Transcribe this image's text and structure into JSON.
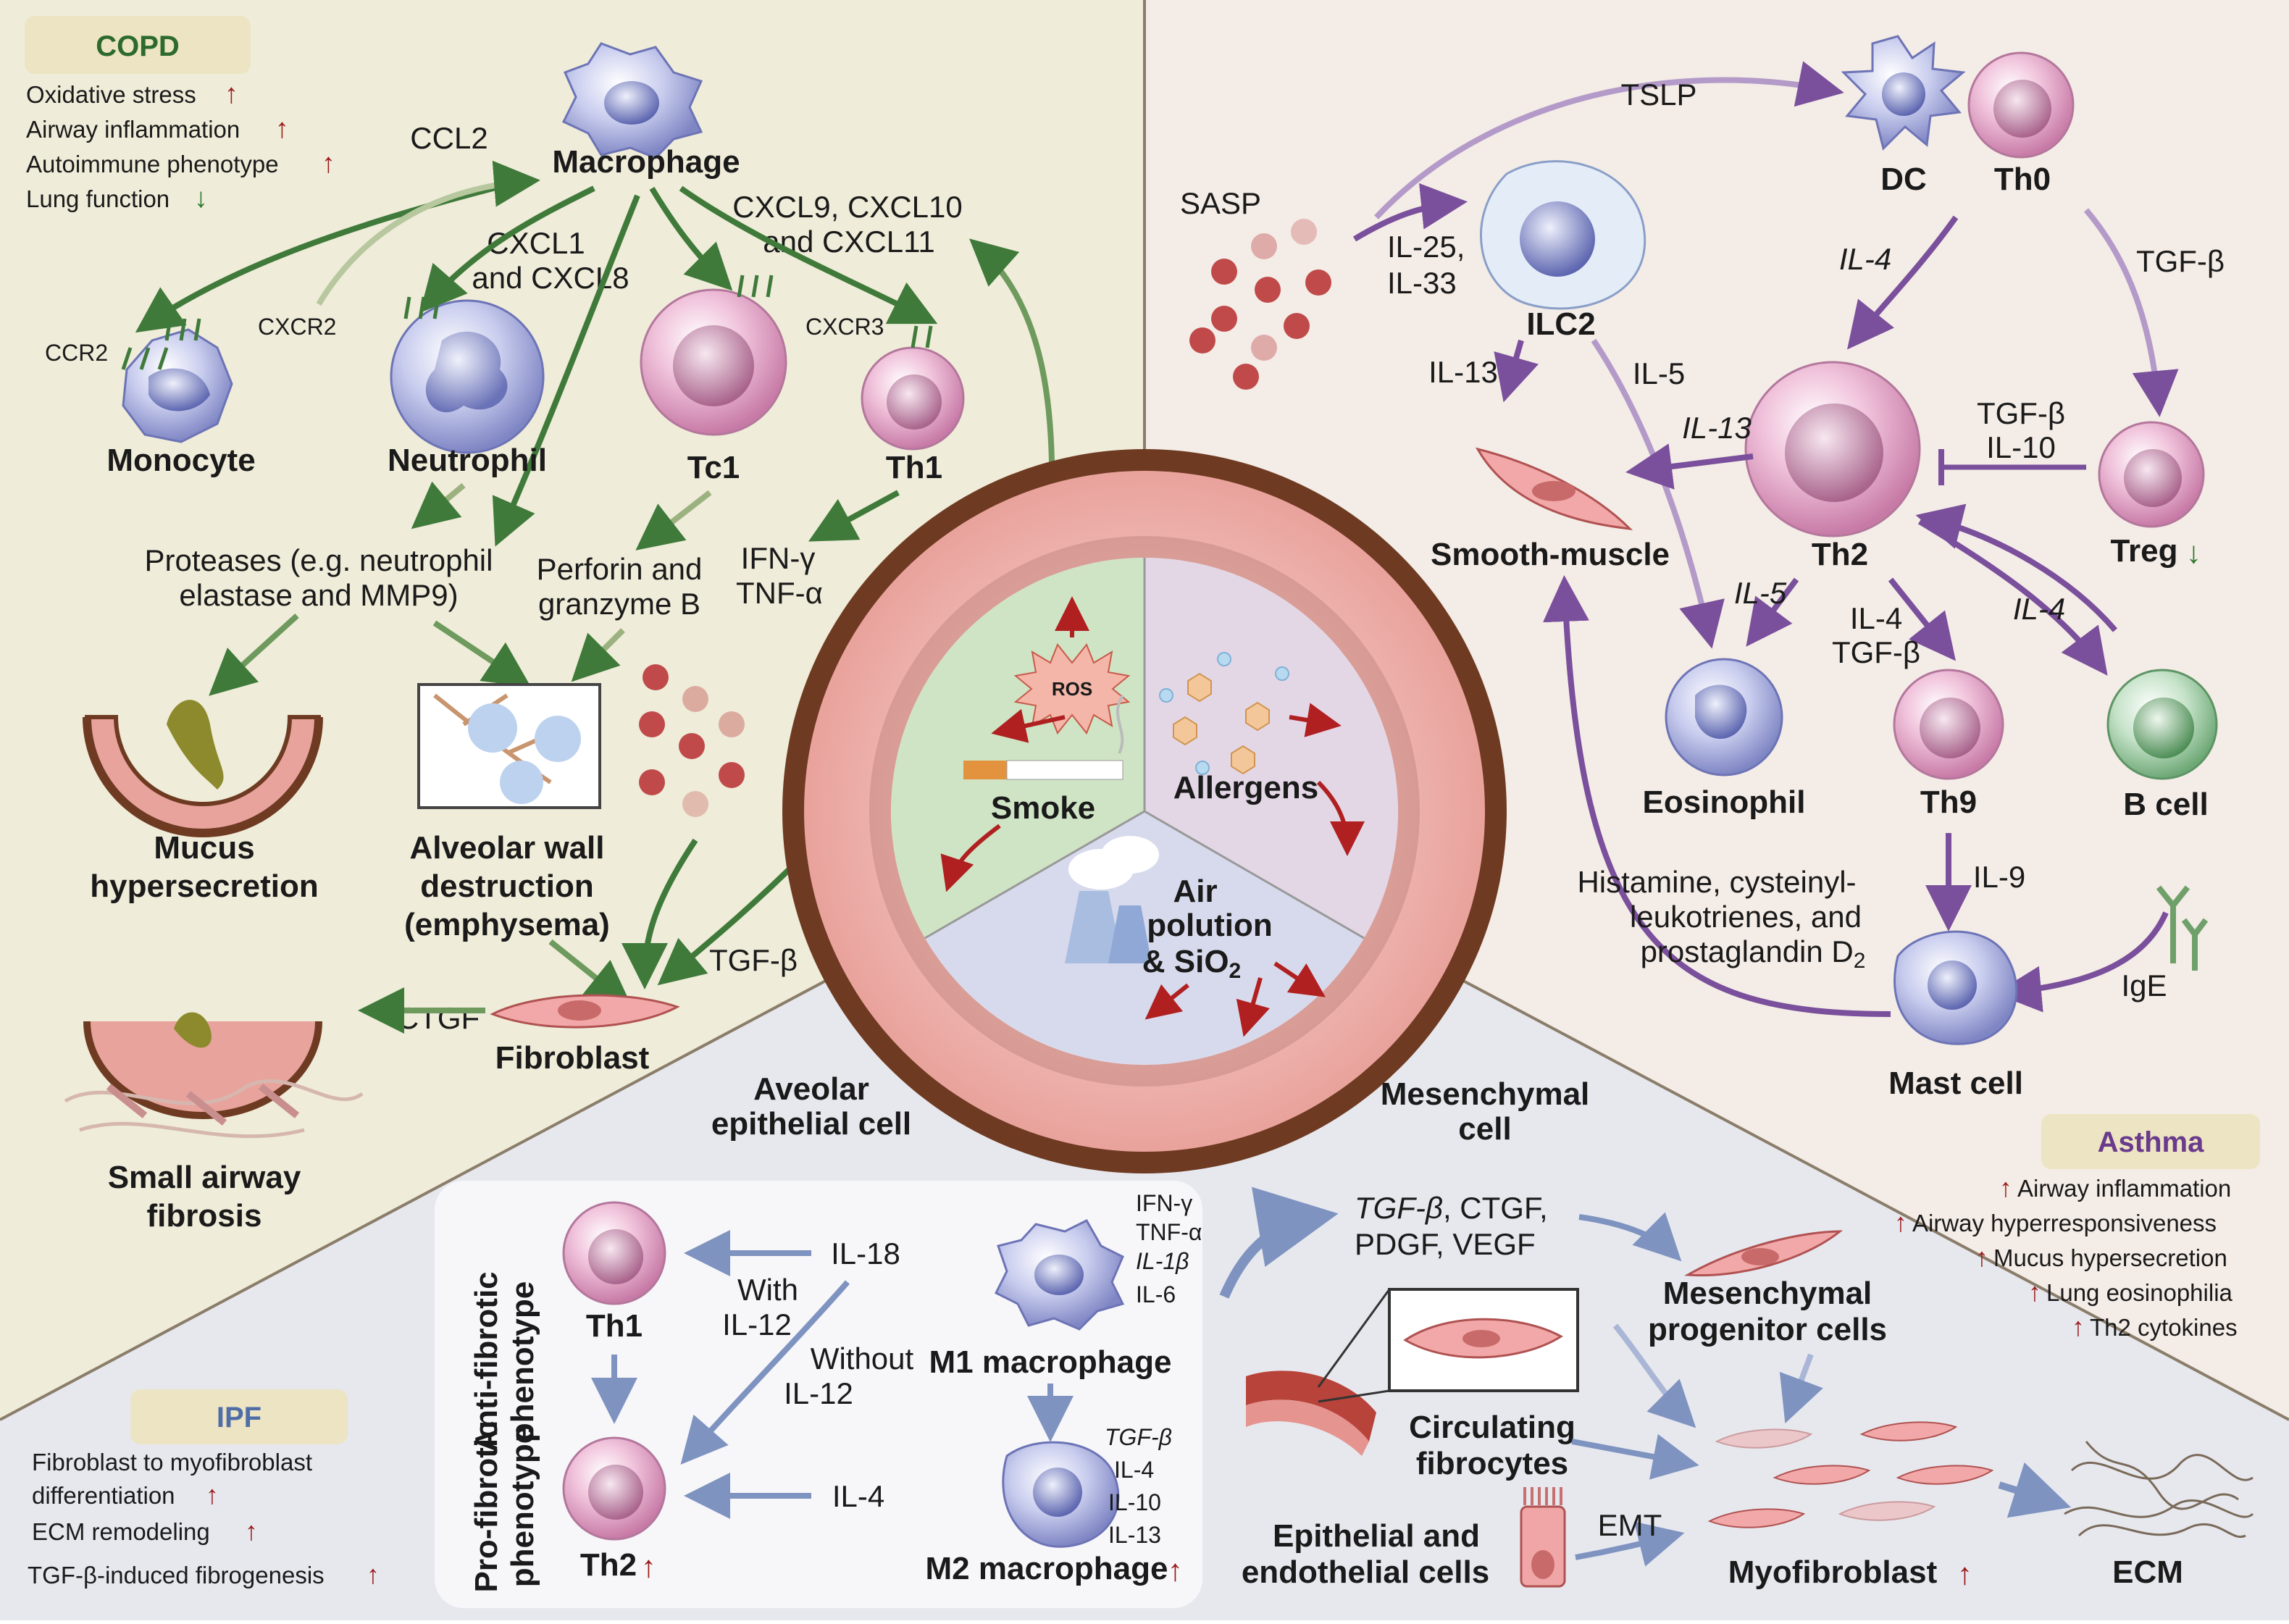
{
  "colors": {
    "copd_bg": "#efecd9",
    "copd_inner": "#d8ead0",
    "asthma_bg": "#f4ece6",
    "asthma_inner": "#e4d9e6",
    "ipf_bg": "#e7e8ee",
    "ipf_inner": "#d4d8ec",
    "green_arrow": "#3f7a3a",
    "purple_arrow": "#7a4f9c",
    "blue_arrow": "#7f93c0",
    "red_up": "#9b1b1b",
    "green_down": "#2d7a2d",
    "box_fill": "#ece4c2"
  },
  "copd": {
    "title": "COPD",
    "items": [
      "Oxidative stress",
      "Airway inflammation",
      "Autoimmune phenotype",
      "Lung function"
    ],
    "cells": {
      "macrophage": "Macrophage",
      "monocyte": "Monocyte",
      "neutrophil": "Neutrophil",
      "tc1": "Tc1",
      "th1": "Th1",
      "fibroblast": "Fibroblast"
    },
    "labels": {
      "ccl2": "CCL2",
      "cxcl1_1": "CXCL1",
      "cxcl1_2": "and CXCL8",
      "cxcl9_1": "CXCL9, CXCL10",
      "cxcl9_2": "and CXCL11",
      "ccr2": "CCR2",
      "cxcr2": "CXCR2",
      "cxcr3": "CXCR3",
      "proteases_1": "Proteases (e.g. neutrophil",
      "proteases_2": "elastase and MMP9)",
      "perforin_1": "Perforin and",
      "perforin_2": "granzyme B",
      "ifn": "IFN-γ",
      "tnf": "TNF-α",
      "mucus_1": "Mucus",
      "mucus_2": "hypersecretion",
      "alveolar_1": "Alveolar wall",
      "alveolar_2": "destruction",
      "alveolar_3": "(emphysema)",
      "ctgf": "CTGF",
      "tgfb": "TGF-β",
      "small_airway_1": "Small airway",
      "small_airway_2": "fibrosis"
    }
  },
  "asthma": {
    "title": "Asthma",
    "items": [
      "Airway inflammation",
      "Airway hyperresponsiveness",
      "Mucus hypersecretion",
      "Lung eosinophilia",
      "Th2 cytokines"
    ],
    "cells": {
      "dc": "DC",
      "th0": "Th0",
      "ilc2": "ILC2",
      "th2": "Th2",
      "treg": "Treg",
      "smooth": "Smooth-muscle",
      "eosinophil": "Eosinophil",
      "th9": "Th9",
      "bcell": "B cell",
      "mast": "Mast cell"
    },
    "labels": {
      "tslp": "TSLP",
      "sasp": "SASP",
      "il25": "IL-25,",
      "il33": "IL-33",
      "il4a": "IL-4",
      "tgfb_a": "TGF-β",
      "il13a": "IL-13",
      "il5a": "IL-5",
      "il13b": "IL-13",
      "tgfb_b": "TGF-β",
      "il10": "IL-10",
      "il5b": "IL-5",
      "il4b": "IL-4",
      "tgfb_c": "TGF-β",
      "il4c": "IL-4",
      "il9": "IL-9",
      "hist_1": "Histamine, cysteinyl-",
      "hist_2": "leukotrienes, and",
      "hist_3": "prostaglandin D",
      "hist_sub": "2",
      "ige": "IgE"
    }
  },
  "center": {
    "ros": "ROS",
    "smoke": "Smoke",
    "allergens": "Allergens",
    "air_1": "Air",
    "air_2": "polution",
    "air_3": "& SiO",
    "air_sub": "2",
    "aveolar_1": "Aveolar",
    "aveolar_2": "epithelial cell",
    "mesenchymal_1": "Mesenchymal",
    "mesenchymal_2": "cell"
  },
  "ipf": {
    "title": "IPF",
    "items": [
      "Fibroblast to myofibroblast",
      "differentiation",
      "ECM remodeling",
      "TGF-β-induced fibrogenesis"
    ],
    "phenotypes": {
      "anti_1": "Anti-fibrotic",
      "anti_2": "phenotype",
      "pro_1": "Pro-fibrotic",
      "pro_2": "phenotype"
    },
    "labels": {
      "th1": "Th1",
      "th2": "Th2",
      "il18": "IL-18",
      "with_1": "With",
      "with_2": "IL-12",
      "without_1": "Without",
      "without_2": "IL-12",
      "il4": "IL-4",
      "m1": "M1 macrophage",
      "m2": "M2 macrophage",
      "m1_cyt": [
        "IFN-γ",
        "TNF-α",
        "IL-1β",
        "IL-6"
      ],
      "m2_cyt": [
        "TGF-β",
        "IL-4",
        "IL-10",
        "IL-13"
      ],
      "growth_1a": "TGF-β",
      "growth_1b": ", CTGF,",
      "growth_2": "PDGF, VEGF",
      "mesen_prog_1": "Mesenchymal",
      "mesen_prog_2": "progenitor cells",
      "circ_1": "Circulating",
      "circ_2": "fibrocytes",
      "epi_1": "Epithelial and",
      "epi_2": "endothelial cells",
      "emt": "EMT",
      "myofib": "Myofibroblast",
      "ecm": "ECM"
    }
  }
}
